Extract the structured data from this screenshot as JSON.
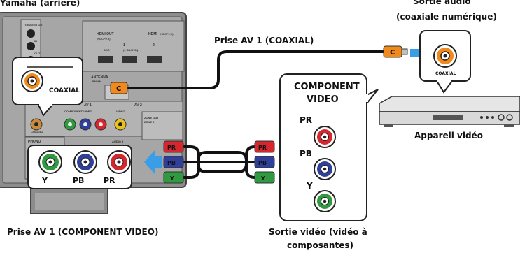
{
  "labels": {
    "top_left_partial": "Yamaha (arrière)",
    "sortie_audio_line1": "Sortie audio",
    "sortie_audio_line2": "(coaxiale numérique)",
    "prise_av1_coaxial": "Prise AV 1 (COAXIAL)",
    "appareil_video": "Appareil vidéo",
    "prise_av1_component": "Prise AV 1 (COMPONENT VIDEO)",
    "sortie_video_line1": "Sortie vidéo (vidéo à",
    "sortie_video_line2": "composantes)"
  },
  "device_panel": {
    "title_line1": "COMPONENT",
    "title_line2": "VIDEO",
    "jack_pr": "PR",
    "jack_pb": "PB",
    "jack_y": "Y"
  },
  "callouts": {
    "coaxial_left": "COAXIAL",
    "coaxial_right": "COAXIAL",
    "receiver_y": "Y",
    "receiver_pb": "PB",
    "receiver_pr": "PR"
  },
  "receiver_panel": {
    "trigger_out": "TRIGGER OUT",
    "in": "IN",
    "out": "OUT",
    "hdmi_out": "HDMI OUT",
    "hdmi_out_sub": "(HDCP2.2)",
    "hdmi": "HDMI",
    "hdmi_sub": "(HDCP2.2)",
    "arc": "ARC",
    "hdmi_1": "1",
    "hdmi_1_sub": "(1 BD/DVD)",
    "hdmi_2": "2",
    "antenna": "ANTENNA",
    "antenna_sub": "FM  AM",
    "av1": "AV 1",
    "av2": "AV 2",
    "component_video": "COMPONENT VIDEO",
    "video": "VIDEO",
    "zone_out": "ZONE OUT",
    "zone2": "ZONE 2",
    "phono": "PHONO",
    "audio": "AUDIO 3",
    "coaxial": "COAXIAL"
  },
  "plugs": {
    "c_top_right": "C",
    "c_top_left": "C",
    "pr_left": "PR",
    "pb_left": "PB",
    "y_left": "Y",
    "pr_right": "PR",
    "pb_right": "PB",
    "y_right": "Y"
  },
  "colors": {
    "pr": "#d6262e",
    "pb": "#2f3f9a",
    "y": "#2f9a3f",
    "coax": "#f08a1c",
    "arrow": "#3a9ee6",
    "panel": "#9a9a9a"
  }
}
